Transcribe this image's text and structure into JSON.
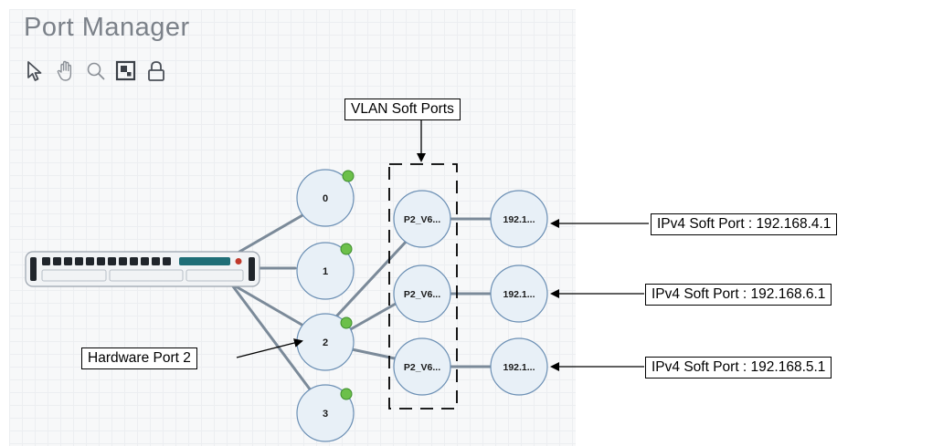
{
  "app": {
    "title": "Port Manager"
  },
  "toolbar": {
    "tools": [
      {
        "icon": "pointer-icon"
      },
      {
        "icon": "hand-icon"
      },
      {
        "icon": "zoom-icon"
      },
      {
        "icon": "fit-view-icon"
      },
      {
        "icon": "lock-icon"
      }
    ]
  },
  "hardware_ports": [
    {
      "label": "0"
    },
    {
      "label": "1"
    },
    {
      "label": "2"
    },
    {
      "label": "3"
    }
  ],
  "vlan_ports": [
    {
      "label": "P2_V6..."
    },
    {
      "label": "P2_V6..."
    },
    {
      "label": "P2_V6..."
    }
  ],
  "ipv4_ports": [
    {
      "label": "192.1..."
    },
    {
      "label": "192.1..."
    },
    {
      "label": "192.1..."
    }
  ],
  "annotations": {
    "vlan_group": "VLAN Soft Ports",
    "hardware_port": "Hardware Port 2",
    "ipv4": [
      "IPv4 Soft Port : 192.168.4.1",
      "IPv4 Soft Port : 192.168.6.1",
      "IPv4 Soft Port : 192.168.5.1"
    ]
  },
  "colors": {
    "status_ok": "#6cc04a",
    "node_fill": "#e8f0f7",
    "node_stroke": "#6b8fb4",
    "link": "#7b8a99",
    "device_display": "#1f6e77",
    "device_led": "#c0392b"
  }
}
